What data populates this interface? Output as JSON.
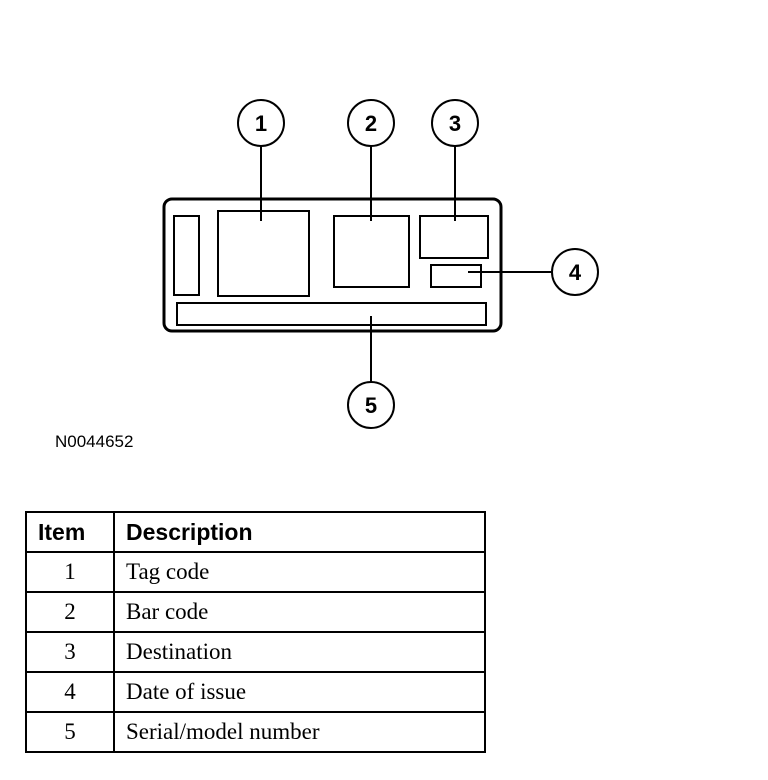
{
  "callouts": [
    "1",
    "2",
    "3",
    "4",
    "5"
  ],
  "figure_id": "N0044652",
  "legend": {
    "headers": {
      "item": "Item",
      "description": "Description"
    },
    "rows": [
      {
        "item": "1",
        "description": "Tag code"
      },
      {
        "item": "2",
        "description": "Bar code"
      },
      {
        "item": "3",
        "description": "Destination"
      },
      {
        "item": "4",
        "description": "Date of issue"
      },
      {
        "item": "5",
        "description": "Serial/model number"
      }
    ]
  }
}
